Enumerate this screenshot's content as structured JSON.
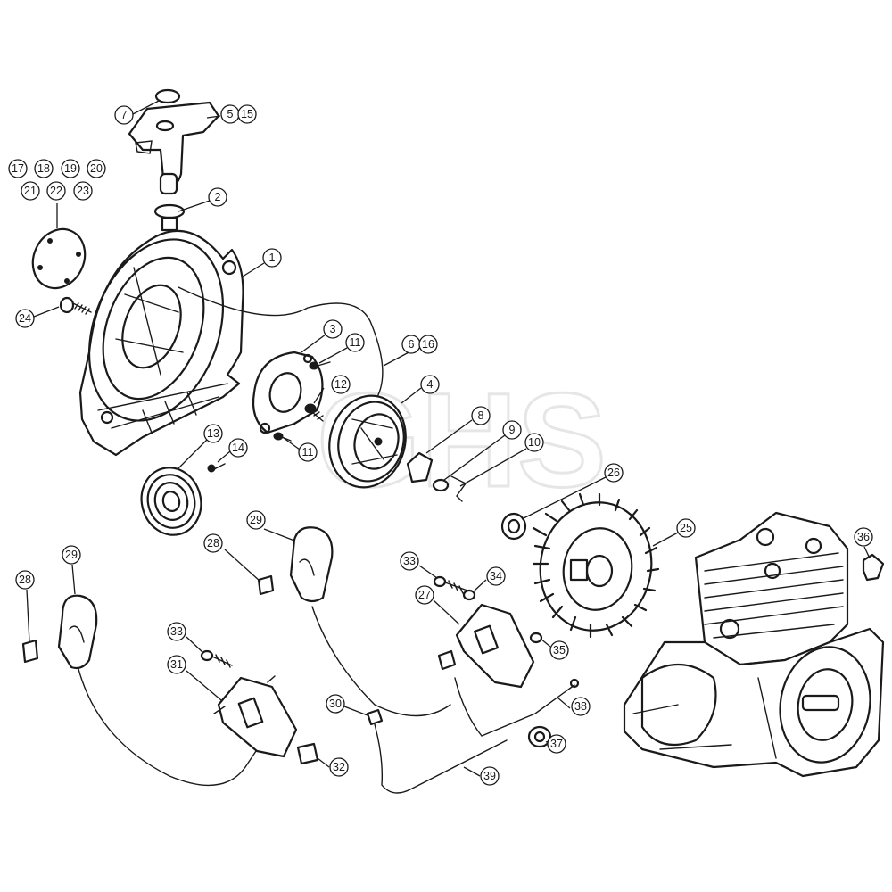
{
  "watermark": "GHS",
  "callouts": [
    {
      "label": "7"
    },
    {
      "label": "5"
    },
    {
      "label": "15"
    },
    {
      "label": "17"
    },
    {
      "label": "18"
    },
    {
      "label": "19"
    },
    {
      "label": "20"
    },
    {
      "label": "21"
    },
    {
      "label": "22"
    },
    {
      "label": "23"
    },
    {
      "label": "2"
    },
    {
      "label": "1"
    },
    {
      "label": "24"
    },
    {
      "label": "3"
    },
    {
      "label": "11"
    },
    {
      "label": "6"
    },
    {
      "label": "16"
    },
    {
      "label": "12"
    },
    {
      "label": "4"
    },
    {
      "label": "8"
    },
    {
      "label": "9"
    },
    {
      "label": "10"
    },
    {
      "label": "11"
    },
    {
      "label": "13"
    },
    {
      "label": "14"
    },
    {
      "label": "26"
    },
    {
      "label": "25"
    },
    {
      "label": "36"
    },
    {
      "label": "29"
    },
    {
      "label": "28"
    },
    {
      "label": "29"
    },
    {
      "label": "28"
    },
    {
      "label": "33"
    },
    {
      "label": "34"
    },
    {
      "label": "27"
    },
    {
      "label": "35"
    },
    {
      "label": "33"
    },
    {
      "label": "31"
    },
    {
      "label": "30"
    },
    {
      "label": "38"
    },
    {
      "label": "37"
    },
    {
      "label": "32"
    },
    {
      "label": "39"
    }
  ]
}
